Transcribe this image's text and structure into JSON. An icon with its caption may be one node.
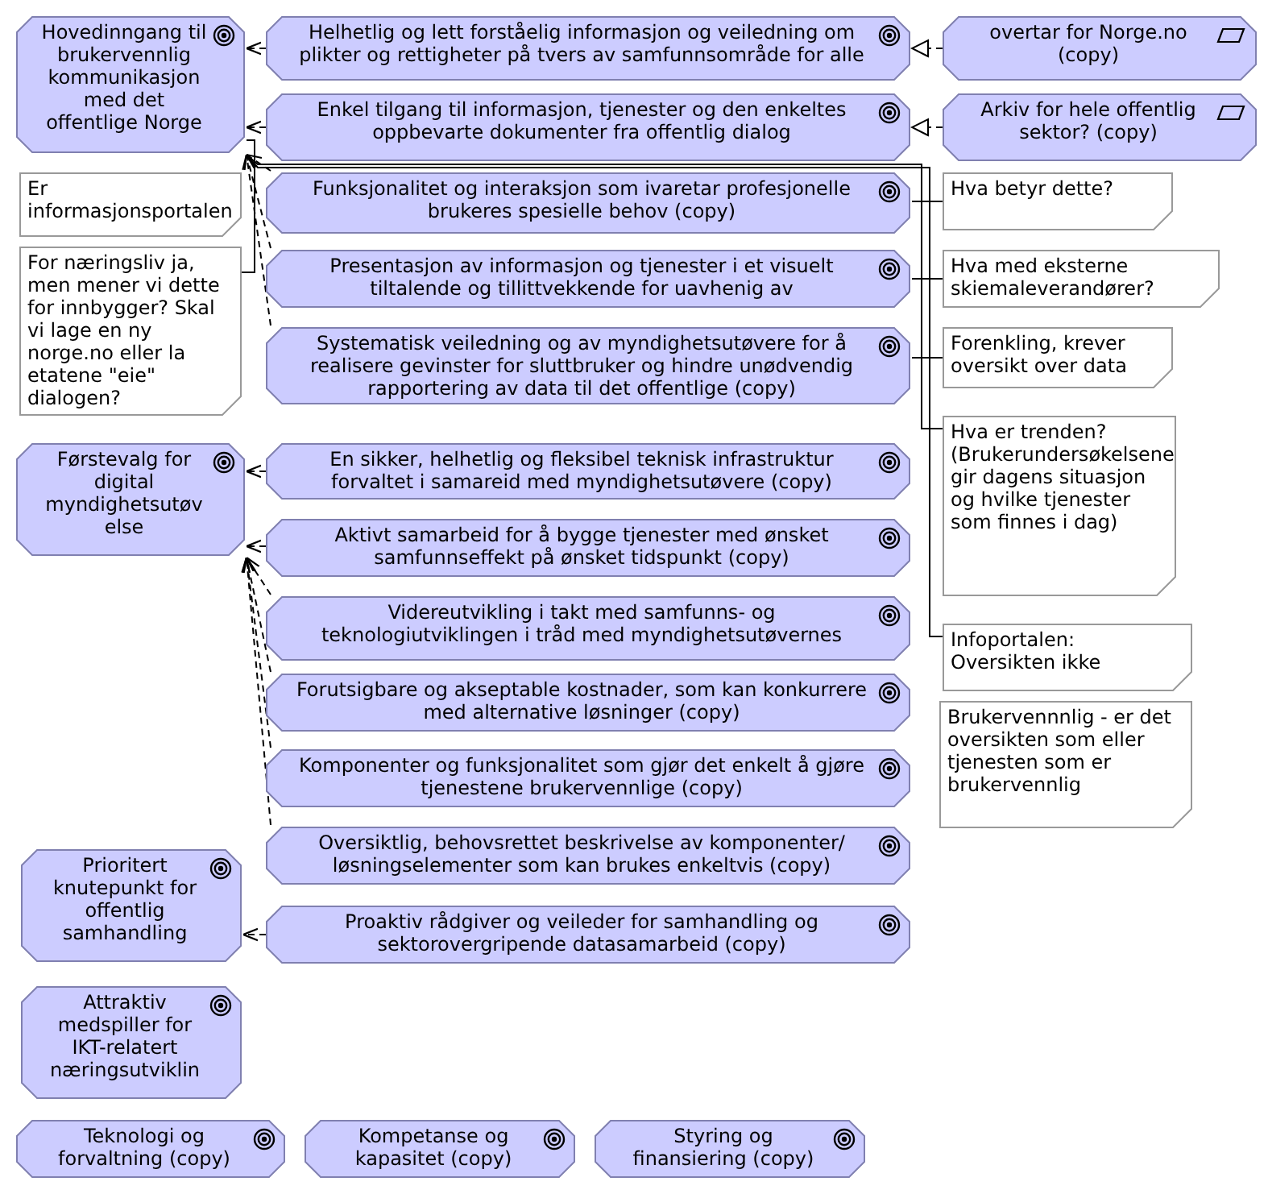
{
  "diagram": {
    "nodes": [
      {
        "text": [
          "Hovedinngang til brukervennlig kommunikasjon med det offentlige Norge"
        ]
      },
      {
        "text": [
          "Helhetlig og lett forståelig informasjon og veiledning om plikter og rettigheter på tvers av samfunnsområde for alle"
        ]
      },
      {
        "text": [
          "overtar for Norge.no (copy)"
        ]
      },
      {
        "text": [
          "Enkel tilgang til informasjon, tjenester og den enkeltes oppbevarte dokumenter fra offentlig dialog"
        ]
      },
      {
        "text": [
          "Arkiv for hele offentlig sektor? (copy)"
        ]
      },
      {
        "text": [
          "Er informasjonsportalen"
        ]
      },
      {
        "text": [
          "Funksjonalitet og interaksjon som ivaretar profesjonelle brukeres spesielle behov (copy)"
        ]
      },
      {
        "text": [
          "Hva betyr dette?"
        ]
      },
      {
        "text": [
          "For næringsliv ja, men mener vi dette for innbygger? Skal vi lage en ny norge.no eller la etatene \"eie\" dialogen?"
        ]
      },
      {
        "text": [
          "Presentasjon av informasjon og tjenester i et visuelt tiltalende og tillittvekkende for uavhenig av"
        ]
      },
      {
        "text": [
          "Hva med eksterne skiemaleverandører?"
        ]
      },
      {
        "text": [
          "Systematisk veiledning og av myndighetsutøvere for å realisere gevinster for sluttbruker og hindre unødvendig rapportering av data til det offentlige (copy)"
        ]
      },
      {
        "text": [
          "Forenkling, krever oversikt over data"
        ]
      },
      {
        "text": [
          "Hva er trenden? (Brukerundersøkelsene gir dagens situasjon og hvilke tjenester som finnes i dag)"
        ]
      },
      {
        "text": [
          "Førstevalg for digital myndighetsutøv else"
        ]
      },
      {
        "text": [
          "En sikker, helhetlig og fleksibel teknisk infrastruktur forvaltet i samareid med myndighetsutøvere (copy)"
        ]
      },
      {
        "text": [
          "Aktivt samarbeid for å bygge tjenester med ønsket samfunnseffekt på ønsket tidspunkt (copy)"
        ]
      },
      {
        "text": [
          "Videreutvikling i takt med samfunns- og teknologiutviklingen i tråd med myndighetsutøvernes"
        ]
      },
      {
        "text": [
          "Infoportalen: Oversikten ikke"
        ]
      },
      {
        "text": [
          "Forutsigbare og akseptable kostnader, som kan konkurrere med alternative løsninger (copy)"
        ]
      },
      {
        "text": [
          "Brukervennnlig - er det oversikten som eller tjenesten som er brukervennlig"
        ]
      },
      {
        "text": [
          "Komponenter og funksjonalitet som gjør det enkelt å gjøre tjenestene brukervennlige (copy)"
        ]
      },
      {
        "text": [
          "Oversiktlig, behovsrettet beskrivelse av komponenter/ løsningselementer som kan brukes enkeltvis (copy)"
        ]
      },
      {
        "text": [
          "Prioritert knutepunkt for offentlig samhandling"
        ]
      },
      {
        "text": [
          "Proaktiv rådgiver og veileder for samhandling og sektorovergripende datasamarbeid (copy)"
        ]
      },
      {
        "text": [
          "Attraktiv medspiller for IKT-relatert næringsutviklin"
        ]
      },
      {
        "text": [
          "Teknologi og forvaltning (copy)"
        ]
      },
      {
        "text": [
          "Kompetanse og kapasitet (copy)"
        ]
      },
      {
        "text": [
          "Styring og finansiering (copy)"
        ]
      }
    ],
    "edges": [
      {
        "from": 1,
        "to": 0,
        "arrow": "to",
        "style": "dashed"
      },
      {
        "from": 2,
        "to": 1,
        "arrow": "to",
        "style": "dashed"
      },
      {
        "from": 3,
        "to": 0,
        "arrow": "to",
        "style": "dashed"
      },
      {
        "from": 4,
        "to": 3,
        "arrow": "to",
        "style": "dashed"
      },
      {
        "from": 6,
        "to": 0,
        "arrow": "to",
        "style": "dashed"
      },
      {
        "from": 9,
        "to": 0,
        "arrow": "to",
        "style": "dashed"
      },
      {
        "from": 11,
        "to": 0,
        "arrow": "to",
        "style": "dashed"
      },
      {
        "from": 8,
        "to": 0,
        "arrow": "none"
      },
      {
        "from": 7,
        "to": 6,
        "arrow": "none"
      },
      {
        "from": 10,
        "to": 9,
        "arrow": "none"
      },
      {
        "from": 12,
        "to": 11,
        "arrow": "none"
      },
      {
        "from": 13,
        "to": 0,
        "arrow": "none"
      },
      {
        "from": 18,
        "to": 0,
        "arrow": "none"
      },
      {
        "from": 15,
        "to": 14,
        "arrow": "to",
        "style": "dashed"
      },
      {
        "from": 16,
        "to": 14,
        "arrow": "to",
        "style": "dashed"
      },
      {
        "from": 17,
        "to": 14,
        "arrow": "to",
        "style": "dashed"
      },
      {
        "from": 19,
        "to": 14,
        "arrow": "to",
        "style": "dashed"
      },
      {
        "from": 21,
        "to": 14,
        "arrow": "to",
        "style": "dashed"
      },
      {
        "from": 22,
        "to": 14,
        "arrow": "to",
        "style": "dashed"
      },
      {
        "from": 24,
        "to": 23,
        "arrow": "to",
        "style": "dashed"
      }
    ]
  }
}
